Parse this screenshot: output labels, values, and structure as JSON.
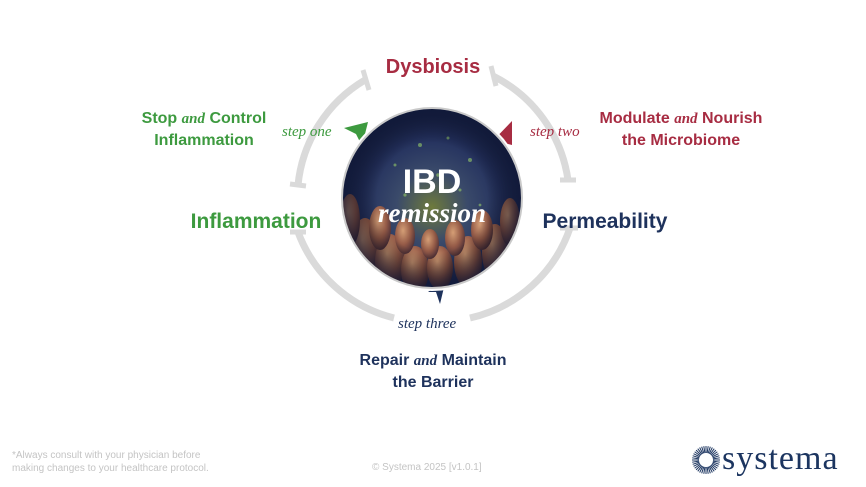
{
  "colors": {
    "green": "#3d9a3f",
    "red": "#a72c42",
    "navy": "#1e325c",
    "ring": "#d9d9d9",
    "footer": "#c4c4c4"
  },
  "center": {
    "line1": "IBD",
    "line2": "remission"
  },
  "nodes": {
    "dysbiosis": "Dysbiosis",
    "inflammation": "Inflammation",
    "permeability": "Permeability"
  },
  "actions": {
    "stop": {
      "w1": "Stop",
      "conn": "and",
      "w2": "Control",
      "line2": "Inflammation"
    },
    "modulate": {
      "w1": "Modulate",
      "conn": "and",
      "w2": "Nourish",
      "line2": "the Microbiome"
    },
    "repair": {
      "w1": "Repair",
      "conn": "and",
      "w2": "Maintain",
      "line2": "the Barrier"
    }
  },
  "steps": {
    "one": "step one",
    "two": "step two",
    "three": "step three"
  },
  "footer": {
    "disclaimer_line1": "*Always consult with your physician before",
    "disclaimer_line2": "making changes to your healthcare protocol.",
    "copyright": "© Systema  2025 [v1.0.1]",
    "brand": "systema",
    "brand_icon": "sunburst-logo-icon"
  }
}
